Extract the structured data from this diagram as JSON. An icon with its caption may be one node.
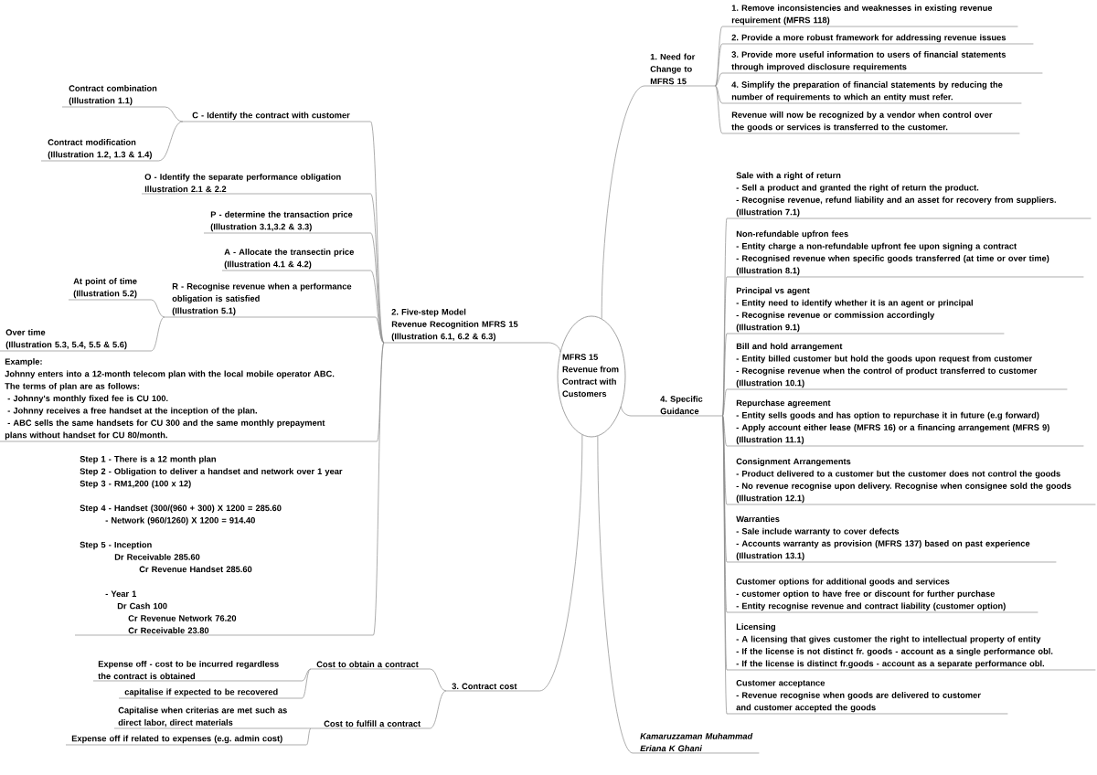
{
  "diagram": {
    "nodes": [
      {
        "text": [
          "MFRS 15 Revenue from Contract with Customers"
        ]
      },
      {
        "text": [
          "1. Need for Change to MFRS 15"
        ]
      },
      {
        "text": [
          "1. Remove inconsistencies and weaknesses in existing revenue requirement (MFRS 118)"
        ]
      },
      {
        "text": [
          "2. Provide a more robust framework for addressing revenue issues"
        ]
      },
      {
        "text": [
          "3. Provide more useful information to users of financial statements through improved disclosure requirements"
        ]
      },
      {
        "text": [
          "4. Simplify the preparation of financial statements by reducing the number of requirements to which an entity must refer."
        ]
      },
      {
        "text": [
          "Revenue will now be recognized by a vendor when control over the goods or services is transferred to the customer."
        ]
      },
      {
        "text": [
          "2. Five-step Model",
          "Revenue Recognition MFRS 15",
          "(Illustration 6.1, 6.2 & 6.3)"
        ]
      },
      {
        "text": [
          "C - Identify the contract with customer"
        ]
      },
      {
        "text": [
          "Contract combination",
          "(Illustration 1.1)"
        ]
      },
      {
        "text": [
          "Contract modification",
          "(Illustration 1.2, 1.3 & 1.4)"
        ]
      },
      {
        "text": [
          "O - Identify the separate performance obligation",
          "Illustration 2.1 & 2.2"
        ]
      },
      {
        "text": [
          "P - determine the transaction price",
          "(Illustration 3.1,3.2 & 3.3)"
        ]
      },
      {
        "text": [
          "A - Allocate the transectin price",
          "(Illustration 4.1 & 4.2)"
        ]
      },
      {
        "text": [
          "R - Recognise revenue when a performance obligation is satisfied",
          "(Illustration 5.1)"
        ]
      },
      {
        "text": [
          "At point of time",
          "(Illustration 5.2)"
        ]
      },
      {
        "text": [
          "Over time",
          "(Illustration 5.3, 5.4, 5.5 & 5.6)"
        ]
      },
      {
        "text": [
          "Example:",
          "Johnny enters into a 12-month telecom plan with the local mobile operator ABC.",
          "The terms of plan are as follows:",
          "- Johnny's monthly fixed fee is CU 100.",
          "- Johnny receives a free handset at the inception of the plan.",
          "- ABC sells the same handsets for CU 300 and the same monthly prepayment plans without handset for CU 80/month."
        ]
      },
      {
        "text": [
          "Step 1 - There is a 12 month plan",
          "Step 2 - Obligation to deliver a handset and network over 1 year",
          "Step 3 - RM1,200 (100 x 12)",
          "Step 4 - Handset (300/(960 + 300) X 1200 = 285.60",
          "- Network (960/1260) X 1200 = 914.40",
          "Step 5 - Inception",
          "Dr Receivable 285.60",
          "Cr Revenue Handset 285.60",
          "- Year 1",
          "Dr Cash 100",
          "Cr Revenue Network 76.20",
          "Cr Receivable 23.80"
        ]
      },
      {
        "text": [
          "3. Contract cost"
        ]
      },
      {
        "text": [
          "Cost to obtain a contract"
        ]
      },
      {
        "text": [
          "Expense off - cost to be incurred regardless the contract is obtained"
        ]
      },
      {
        "text": [
          "capitalise if expected to be recovered"
        ]
      },
      {
        "text": [
          "Cost to fulfill a contract"
        ]
      },
      {
        "text": [
          "Capitalise when criterias are met such as direct labor, direct materials"
        ]
      },
      {
        "text": [
          "Expense off if related to expenses (e.g. admin cost)"
        ]
      },
      {
        "text": [
          "4. Specific Guidance"
        ]
      },
      {
        "text": [
          "Sale with a right of return",
          "- Sell a product and granted the right of return the product.",
          "- Recognise revenue, refund liability and an asset for recovery from suppliers.",
          "(Illustration 7.1)"
        ]
      },
      {
        "text": [
          "Non-refundable upfron fees",
          "- Entity charge a non-refundable upfront fee upon signing a contract",
          "- Recognised revenue when specific goods transferred (at time or over time)",
          "(Illustration 8.1)"
        ]
      },
      {
        "text": [
          "Principal vs agent",
          "- Entity need to identify whether it is an agent or principal",
          "- Recognise revenue or commission accordingly",
          "(Illustration 9.1)"
        ]
      },
      {
        "text": [
          "Bill and hold arrangement",
          "- Entity billed customer but hold the goods upon request from customer",
          "- Recognise revenue when the control of product transferred to customer",
          "(Illustration 10.1)"
        ]
      },
      {
        "text": [
          "Repurchase agreement",
          "- Entity sells goods and has option to repurchase it in future (e.g forward)",
          "- Apply account either lease (MFRS 16) or a financing arrangement (MFRS 9)",
          "(Illustration 11.1)"
        ]
      },
      {
        "text": [
          "Consignment Arrangements",
          "- Product delivered to a customer but the customer does not control the goods",
          "- No revenue recognise upon delivery. Recognise when consignee sold the goods",
          "(Illustration 12.1)"
        ]
      },
      {
        "text": [
          "Warranties",
          "- Sale include warranty to cover defects",
          "- Accounts warranty as provision (MFRS 137) based on past experience",
          "(Illustration 13.1)"
        ]
      },
      {
        "text": [
          "Customer options for additional goods and services",
          "- customer option to have free or discount for further purchase",
          "- Entity recognise revenue and contract liability (customer option)"
        ]
      },
      {
        "text": [
          "Licensing",
          "- A licensing that gives customer the right to intellectual property of entity",
          "- If the license is not distinct fr. goods - account as a single performance obl.",
          "- If the license is distinct fr.goods - account as a separate performance obl."
        ]
      },
      {
        "text": [
          "Customer acceptance",
          "- Revenue recognise when goods are delivered to customer and customer accepted the goods"
        ]
      },
      {
        "text": [
          "Kamaruzzaman Muhammad",
          "Eriana K Ghani"
        ]
      }
    ],
    "edges": [
      {
        "from": 0,
        "to": 1,
        "arrow": "none"
      },
      {
        "from": 1,
        "to": 2,
        "arrow": "none"
      },
      {
        "from": 1,
        "to": 3,
        "arrow": "none"
      },
      {
        "from": 1,
        "to": 4,
        "arrow": "none"
      },
      {
        "from": 1,
        "to": 5,
        "arrow": "none"
      },
      {
        "from": 1,
        "to": 6,
        "arrow": "none"
      },
      {
        "from": 0,
        "to": 7,
        "arrow": "none"
      },
      {
        "from": 7,
        "to": 8,
        "arrow": "none"
      },
      {
        "from": 8,
        "to": 9,
        "arrow": "none"
      },
      {
        "from": 8,
        "to": 10,
        "arrow": "none"
      },
      {
        "from": 7,
        "to": 11,
        "arrow": "none"
      },
      {
        "from": 7,
        "to": 12,
        "arrow": "none"
      },
      {
        "from": 7,
        "to": 13,
        "arrow": "none"
      },
      {
        "from": 7,
        "to": 14,
        "arrow": "none"
      },
      {
        "from": 14,
        "to": 15,
        "arrow": "none"
      },
      {
        "from": 14,
        "to": 16,
        "arrow": "none"
      },
      {
        "from": 7,
        "to": 17,
        "arrow": "none"
      },
      {
        "from": 7,
        "to": 18,
        "arrow": "none"
      },
      {
        "from": 0,
        "to": 19,
        "arrow": "none"
      },
      {
        "from": 19,
        "to": 20,
        "arrow": "none"
      },
      {
        "from": 20,
        "to": 21,
        "arrow": "none"
      },
      {
        "from": 20,
        "to": 22,
        "arrow": "none"
      },
      {
        "from": 19,
        "to": 23,
        "arrow": "none"
      },
      {
        "from": 23,
        "to": 24,
        "arrow": "none"
      },
      {
        "from": 23,
        "to": 25,
        "arrow": "none"
      },
      {
        "from": 0,
        "to": 26,
        "arrow": "none"
      },
      {
        "from": 26,
        "to": 27,
        "arrow": "none"
      },
      {
        "from": 26,
        "to": 28,
        "arrow": "none"
      },
      {
        "from": 26,
        "to": 29,
        "arrow": "none"
      },
      {
        "from": 26,
        "to": 30,
        "arrow": "none"
      },
      {
        "from": 26,
        "to": 31,
        "arrow": "none"
      },
      {
        "from": 26,
        "to": 32,
        "arrow": "none"
      },
      {
        "from": 26,
        "to": 33,
        "arrow": "none"
      },
      {
        "from": 26,
        "to": 34,
        "arrow": "none"
      },
      {
        "from": 26,
        "to": 35,
        "arrow": "none"
      },
      {
        "from": 26,
        "to": 36,
        "arrow": "none"
      },
      {
        "from": 0,
        "to": 37,
        "arrow": "none"
      }
    ]
  }
}
